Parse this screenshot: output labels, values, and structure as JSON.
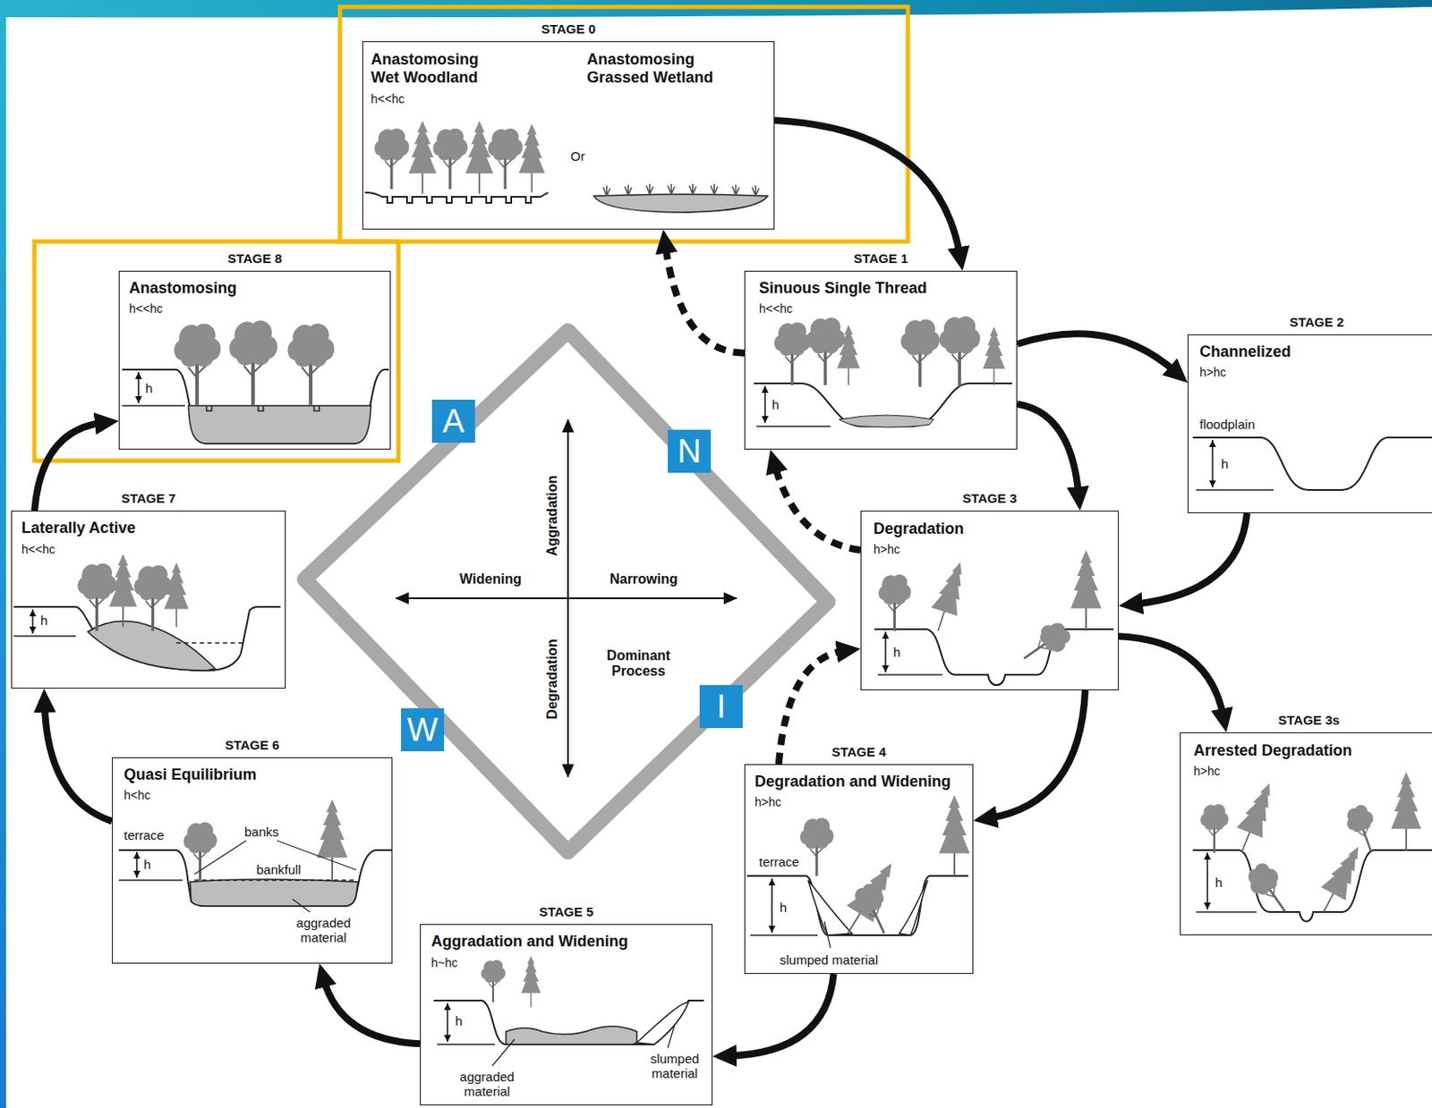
{
  "diagram": {
    "nodes": [
      {
        "text": [
          "STAGE 0",
          "Anastomosing Wet Woodland",
          "h<<hc",
          "Or",
          "Anastomosing Grassed Wetland"
        ]
      },
      {
        "text": [
          "STAGE 1",
          "Sinuous Single Thread",
          "h<<hc",
          "h"
        ]
      },
      {
        "text": [
          "STAGE 2",
          "Channelized",
          "h>hc",
          "floodplain",
          "h"
        ]
      },
      {
        "text": [
          "STAGE 3",
          "Degradation",
          "h>hc",
          "h"
        ]
      },
      {
        "text": [
          "STAGE 3s",
          "Arrested Degradation",
          "h>hc",
          "h"
        ]
      },
      {
        "text": [
          "STAGE 4",
          "Degradation and Widening",
          "h>hc",
          "terrace",
          "h",
          "slumped material"
        ]
      },
      {
        "text": [
          "STAGE 5",
          "Aggradation and Widening",
          "h~hc",
          "h",
          "aggraded material",
          "slumped material"
        ]
      },
      {
        "text": [
          "STAGE 6",
          "Quasi Equilibrium",
          "h<hc",
          "terrace",
          "banks",
          "h",
          "bankfull",
          "aggraded material"
        ]
      },
      {
        "text": [
          "STAGE 7",
          "Laterally Active",
          "h<<hc",
          "h"
        ]
      },
      {
        "text": [
          "STAGE 8",
          "Anastomosing",
          "h<<hc",
          "h"
        ]
      },
      {
        "text": [
          "Aggradation",
          "Widening",
          "Narrowing",
          "Degradation",
          "Dominant Process"
        ]
      },
      {
        "text": [
          "A"
        ]
      },
      {
        "text": [
          "N"
        ]
      },
      {
        "text": [
          "W"
        ]
      },
      {
        "text": [
          "I"
        ]
      }
    ],
    "edges": [
      {
        "from": 0,
        "to": 1,
        "arrow": "to"
      },
      {
        "from": 1,
        "to": 0,
        "arrow": "to"
      },
      {
        "from": 1,
        "to": 2,
        "arrow": "to"
      },
      {
        "from": 1,
        "to": 3,
        "arrow": "to"
      },
      {
        "from": 2,
        "to": 3,
        "arrow": "to"
      },
      {
        "from": 3,
        "to": 1,
        "arrow": "to"
      },
      {
        "from": 3,
        "to": 4,
        "arrow": "to"
      },
      {
        "from": 3,
        "to": 5,
        "arrow": "to"
      },
      {
        "from": 5,
        "to": 3,
        "arrow": "to"
      },
      {
        "from": 5,
        "to": 6,
        "arrow": "to"
      },
      {
        "from": 6,
        "to": 7,
        "arrow": "to"
      },
      {
        "from": 7,
        "to": 8,
        "arrow": "to"
      },
      {
        "from": 8,
        "to": 9,
        "arrow": "to"
      }
    ]
  }
}
